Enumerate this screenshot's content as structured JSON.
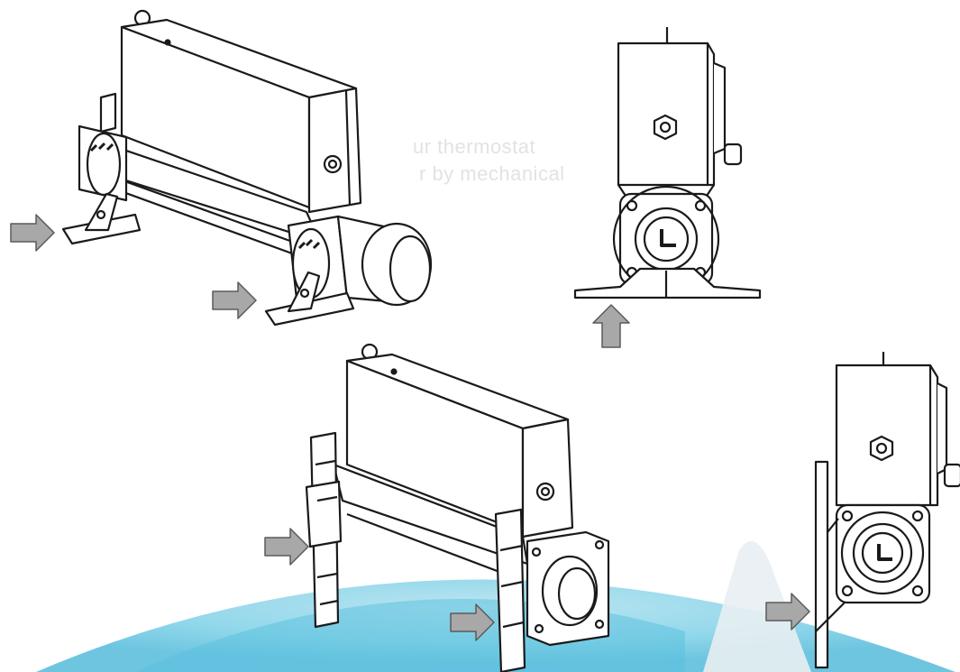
{
  "background_text": {
    "line1": "ur thermostat",
    "line2": "r by mechanical"
  },
  "colors": {
    "line": "#1a1a1a",
    "arrow_fill": "#a8a8a8",
    "arrow_stroke": "#5a5a5a",
    "globe_blue": "#5fc3df",
    "globe_blue_light": "#a6dcec",
    "white": "#ffffff",
    "shade": "#d9d9d9"
  },
  "figures": [
    {
      "name": "heater-horizontal-mount-3d",
      "arrows": 2
    },
    {
      "name": "heater-horizontal-mount-end-view",
      "arrows": 1
    },
    {
      "name": "heater-vertical-mount-3d",
      "arrows": 2
    },
    {
      "name": "heater-vertical-mount-end-view",
      "arrows": 1
    }
  ]
}
